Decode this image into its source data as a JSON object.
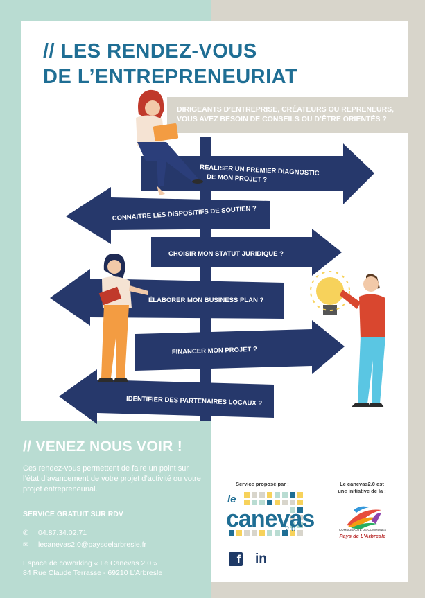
{
  "header": {
    "title_line1": "// LES RENDEZ-VOUS",
    "title_line2": "DE L’ENTREPRENEURIAT",
    "subtitle_line1": "DIRIGEANTS D’ENTREPRISE, CRÉATEURS OU REPRENEURS,",
    "subtitle_line2": "VOUS AVEZ BESOIN DE CONSEILS OU D’ÊTRE ORIENTÉS ?"
  },
  "signpost": {
    "arrow1_line1": "RÉALISER UN PREMIER DIAGNOSTIC",
    "arrow1_line2": "DE MON PROJET ?",
    "arrow2": "CONNAITRE LES DISPOSITIFS DE SOUTIEN ?",
    "arrow3": "CHOISIR MON STATUT JURIDIQUE ?",
    "arrow4": "ÉLABORER MON BUSINESS PLAN ?",
    "arrow5": "FINANCER MON PROJET ?",
    "arrow6": "IDENTIFIER DES PARTENAIRES LOCAUX ?"
  },
  "info": {
    "heading": "// VENEZ NOUS VOIR !",
    "description": "Ces rendez-vous permettent de faire un point sur l’état d’avancement de votre projet d’activité ou votre projet entrepreneurial.",
    "service": "SERVICE GRATUIT SUR RDV",
    "phone": "04.87.34.02.71",
    "email": "lecanevas2.0@paysdelarbresle.fr",
    "address_line1": "Espace de coworking « Le Canevas 2.0 »",
    "address_line2": "84 Rue Claude Terrasse - 69210 L’Arbresle"
  },
  "partners": {
    "service_label": "Service proposé par :",
    "canevas_le": "le",
    "canevas_word": "canevas",
    "canevas_version": "2.0",
    "initiative_line1": "Le canevas2.0 est",
    "initiative_line2": "une initiative de la :",
    "cc_small": "COMMUNAUTÉ DE COMMUNES",
    "cc_name": "Pays de L’Arbresle",
    "facebook": "f",
    "linkedin": "in"
  },
  "colors": {
    "navy": "#26386b",
    "teal": "#b9dcd2",
    "grey": "#d8d5cb",
    "blue_title": "#1f6e94"
  }
}
